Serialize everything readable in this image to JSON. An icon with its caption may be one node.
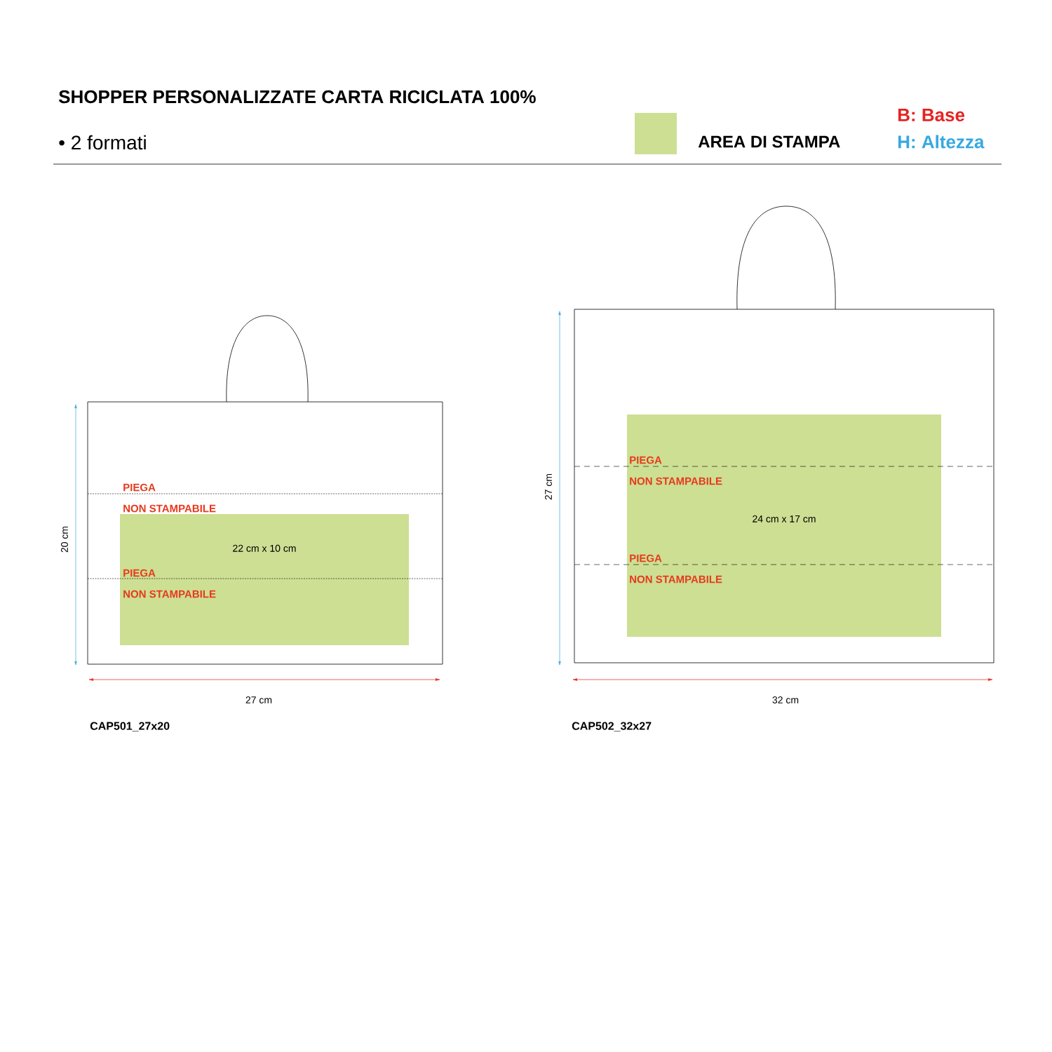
{
  "diagram": {
    "title": "SHOPPER PERSONALIZZATE CARTA RICICLATA 100%",
    "nodes": [
      {
        "text": [],
        "shape": "box"
      },
      {
        "text": [
          "22 cm x 10 cm"
        ],
        "in": 0
      },
      {
        "text": [],
        "shape": "box"
      },
      {
        "text": [
          "24 cm x 17 cm"
        ],
        "in": 2
      }
    ],
    "labels": [
      "• 2 formati",
      "B: Base",
      "H: Altezza",
      "PIEGA",
      "NON STAMPABILE",
      "PIEGA",
      "NON STAMPABILE",
      "20 cm",
      "27 cm",
      "27 cm",
      "PIEGA",
      "NON STAMPABILE",
      "PIEGA",
      "NON STAMPABILE",
      "32 cm",
      "CAP501_27x20",
      "CAP502_32x27"
    ],
    "legend": [
      {
        "text": "AREA DI STAMPA",
        "color": "#cddf93"
      }
    ]
  }
}
